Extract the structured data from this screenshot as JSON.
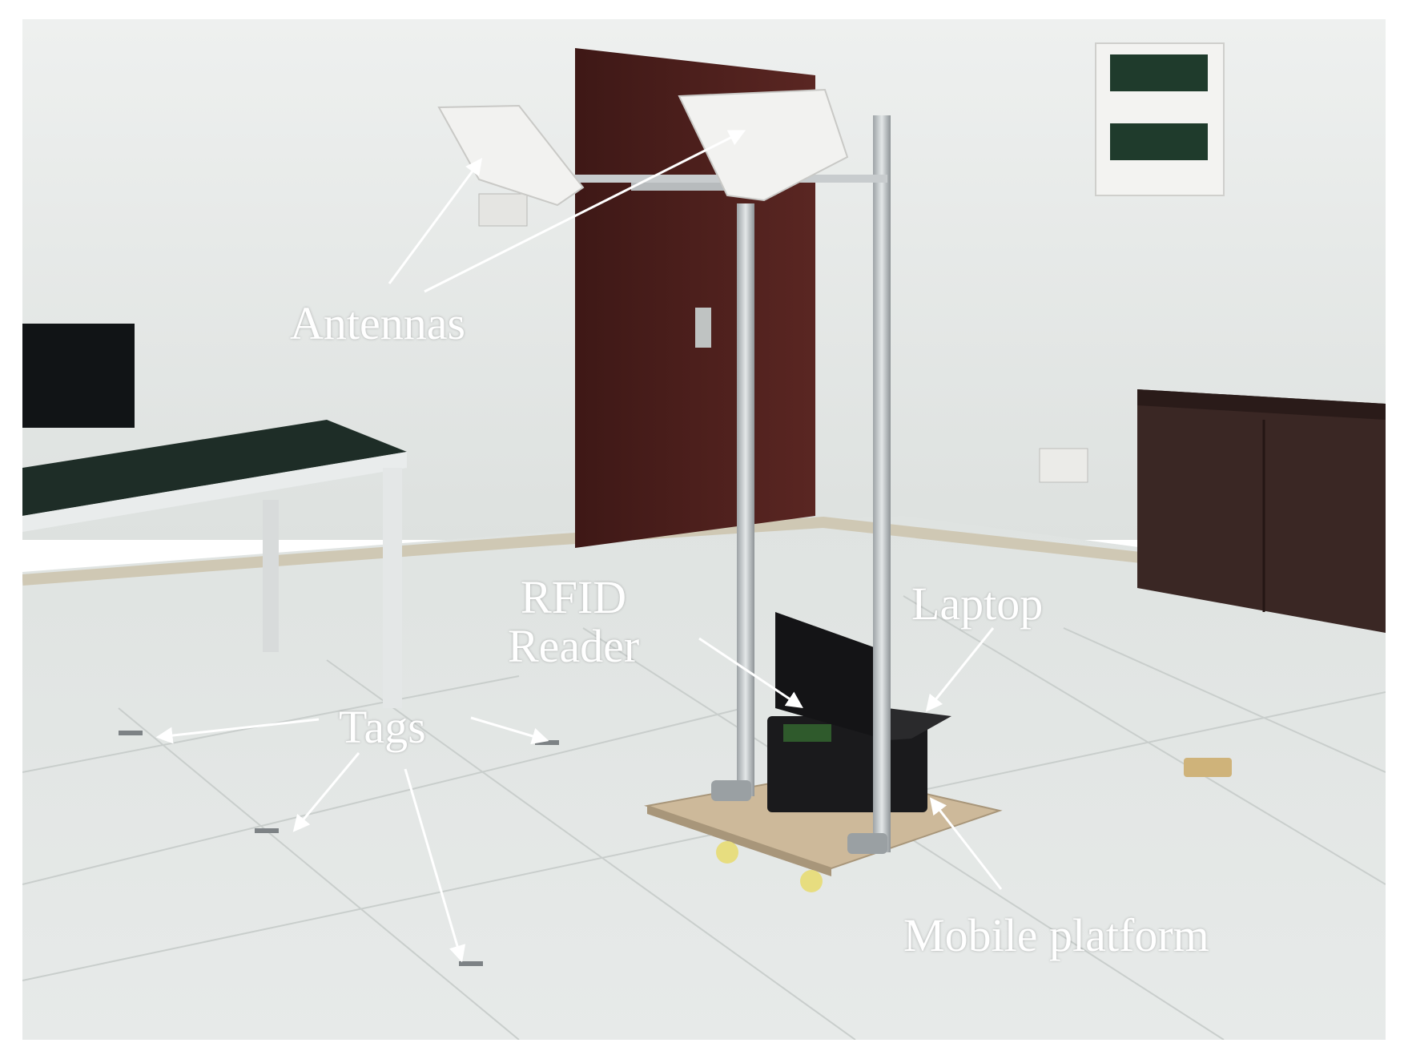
{
  "labels": {
    "antennas": "Antennas",
    "rfid_reader_line1": "RFID",
    "rfid_reader_line2": "Reader",
    "laptop": "Laptop",
    "tags": "Tags",
    "mobile_platform": "Mobile platform"
  },
  "colors": {
    "wall": "#e6e9e8",
    "floor": "#dfe3e1",
    "door": "#4a1f1c",
    "cabinet": "#3a2724",
    "label_text": "#ffffff",
    "arrow": "#ffffff",
    "wood_platform": "#cdb99a",
    "antenna_panel": "#f2f2f0"
  }
}
